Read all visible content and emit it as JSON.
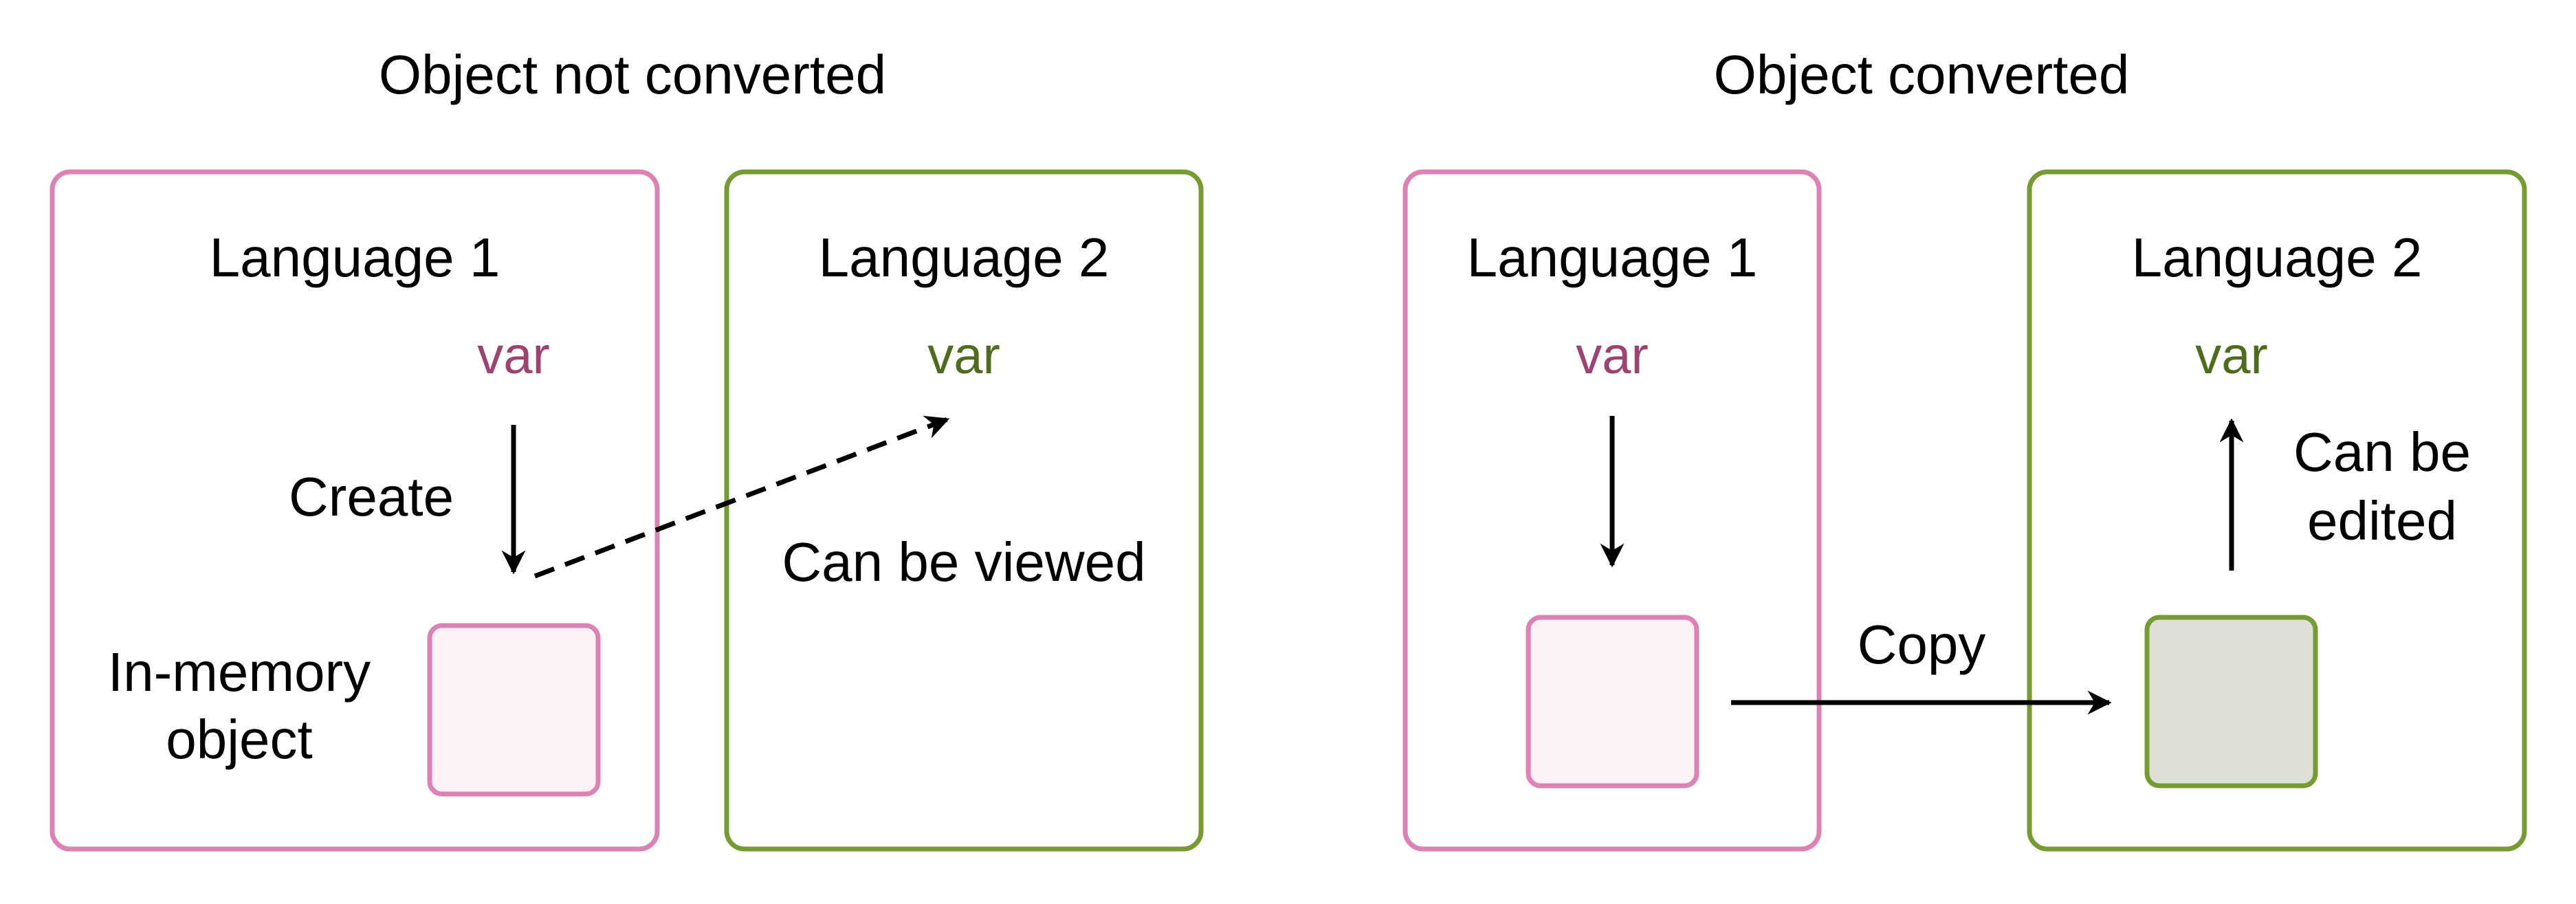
{
  "colors": {
    "pink": "#dd83b3",
    "pink_fill": "#fcf1f7",
    "green": "#779b33",
    "green_fill": "#dee0d8",
    "pink_text": "#9c446f",
    "green_text": "#4f6b1e",
    "arrow": "#000000"
  },
  "left": {
    "title": "Object not converted",
    "language1": {
      "title": "Language 1",
      "var": "var"
    },
    "language2": {
      "title": "Language 2",
      "var": "var"
    },
    "create_label": "Create",
    "in_memory_line1": "In-memory",
    "in_memory_line2": "object",
    "viewed_label": "Can be viewed"
  },
  "right": {
    "title": "Object converted",
    "language1": {
      "title": "Language 1",
      "var": "var"
    },
    "language2": {
      "title": "Language 2",
      "var": "var"
    },
    "copy_label": "Copy",
    "edited_line1": "Can be",
    "edited_line2": "edited"
  }
}
